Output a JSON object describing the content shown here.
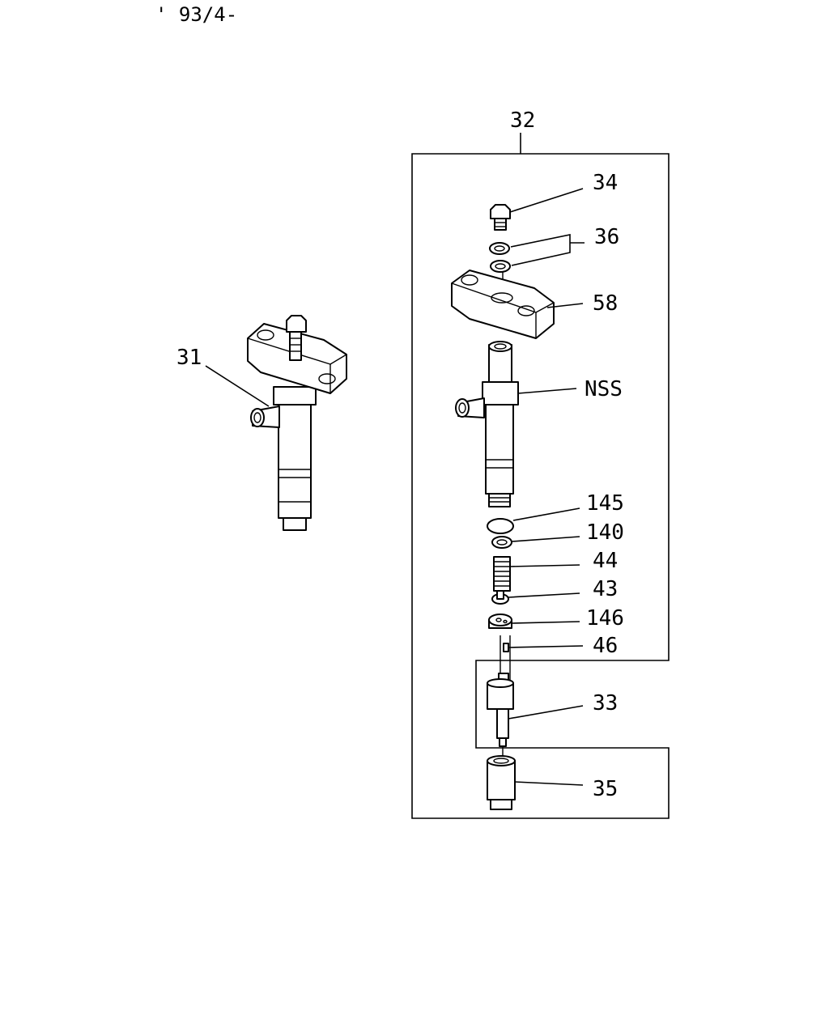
{
  "header": {
    "date_code": "' 93/4-"
  },
  "callouts": {
    "c31": "31",
    "c32": "32",
    "c34": "34",
    "c36": "36",
    "c58": "58",
    "nss": "NSS",
    "c145": "145",
    "c140": "140",
    "c44": "44",
    "c43": "43",
    "c146": "146",
    "c46": "46",
    "c33": "33",
    "c35": "35"
  }
}
